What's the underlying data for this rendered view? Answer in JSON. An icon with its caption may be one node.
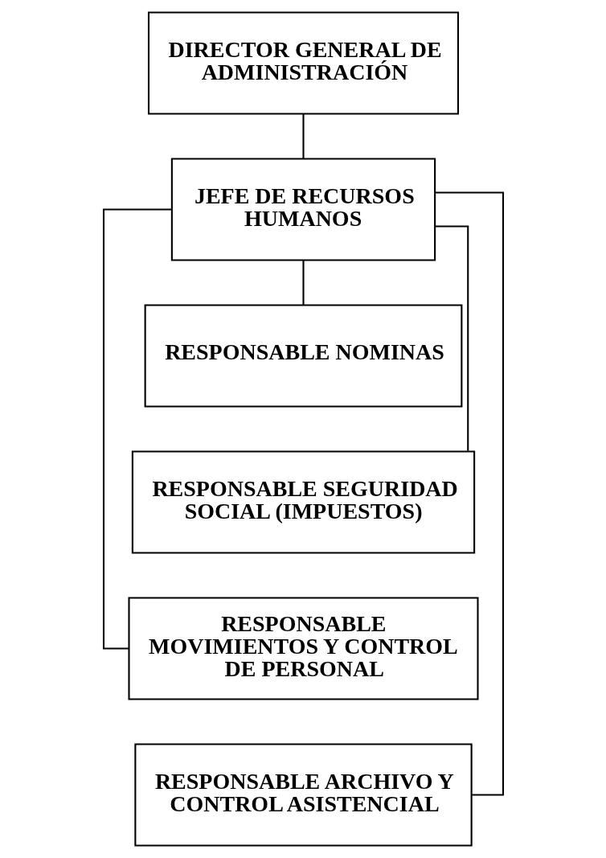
{
  "diagram": {
    "nodes": [
      {
        "text": [
          "DIRECTOR GENERAL DE ADMINISTRACIÓN"
        ]
      },
      {
        "text": [
          "JEFE DE RECURSOS HUMANOS"
        ]
      },
      {
        "text": [
          "RESPONSABLE NOMINAS"
        ]
      },
      {
        "text": [
          "RESPONSABLE SEGURIDAD SOCIAL (IMPUESTOS)"
        ]
      },
      {
        "text": [
          "RESPONSABLE MOVIMIENTOS Y CONTROL DE PERSONAL"
        ]
      },
      {
        "text": [
          "RESPONSABLE ARCHIVO Y CONTROL ASISTENCIAL"
        ]
      }
    ],
    "edges": [
      {
        "from": 0,
        "to": 1,
        "arrow": "none"
      },
      {
        "from": 1,
        "to": 2,
        "arrow": "none"
      },
      {
        "from": 1,
        "to": 3,
        "arrow": "none"
      },
      {
        "from": 1,
        "to": 4,
        "arrow": "none"
      },
      {
        "from": 1,
        "to": 5,
        "arrow": "none"
      }
    ]
  }
}
